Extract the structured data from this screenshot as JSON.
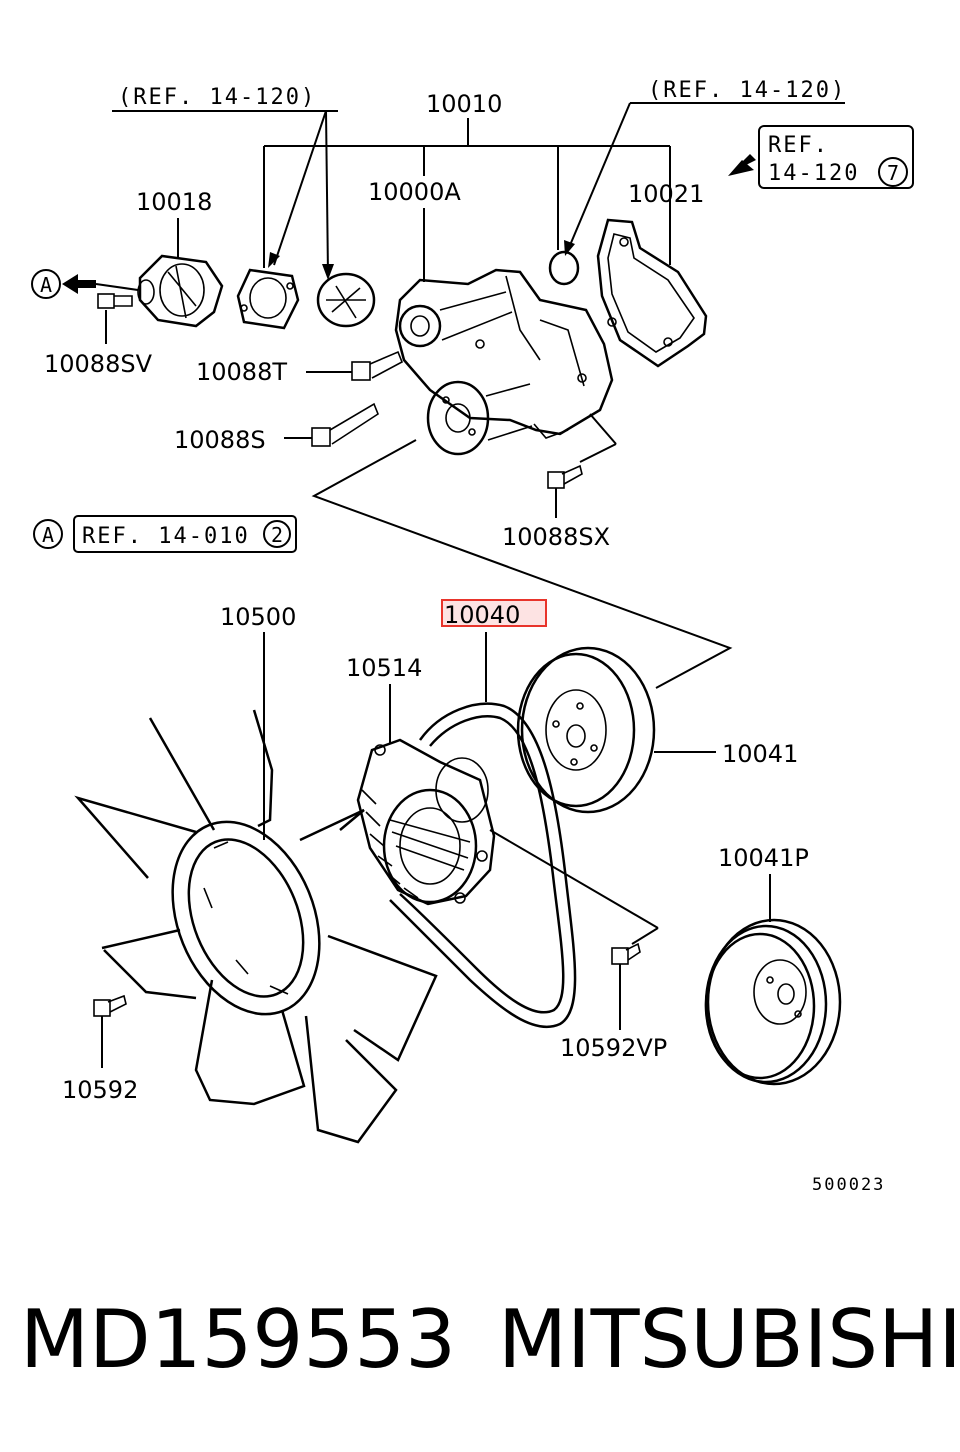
{
  "labels": {
    "assembly": "10010",
    "pump_body": "10000A",
    "thermostat_case": "10018",
    "gasket": "10021",
    "bolt_sv": "10088SV",
    "bolt_t": "10088T",
    "bolt_s": "10088S",
    "bolt_sx": "10088SX",
    "fan": "10500",
    "belt": "10040",
    "fan_clutch": "10514",
    "pulley": "10041",
    "pulley_p": "10041P",
    "bolt_vp": "10592VP",
    "bolt_fan": "10592"
  },
  "refs": {
    "ref_left": "(REF. 14-120)",
    "ref_right": "(REF. 14-120)",
    "ref_box_line1": "REF.",
    "ref_box_line2": "14-120",
    "ref_box_circle": "7",
    "marker_a": "A",
    "ref_a": "REF. 14-010",
    "ref_a_circle": "2"
  },
  "diagram_code": "500023",
  "caption": {
    "part_number": "MD159553",
    "brand": "MITSUBISHI"
  },
  "colors": {
    "highlight_border": "#e8342b",
    "highlight_fill": "#fde3e3",
    "ink": "#000000"
  }
}
